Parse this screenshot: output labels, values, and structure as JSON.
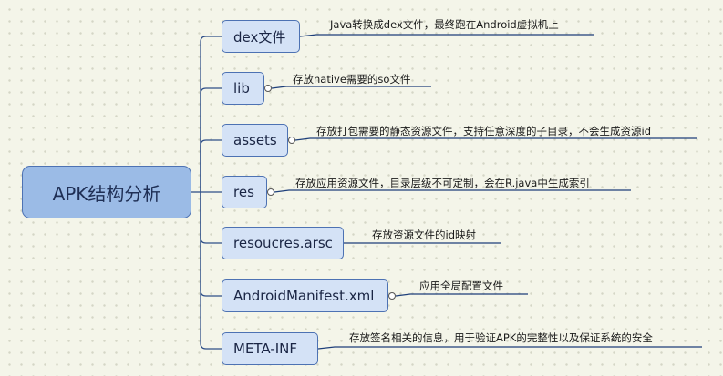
{
  "root": {
    "label": "APK结构分析"
  },
  "branches": [
    {
      "id": "dex",
      "label": "dex文件",
      "note": "Java转换成dex文件，最终跑在Android虚拟机上"
    },
    {
      "id": "lib",
      "label": "lib",
      "note": "存放native需要的so文件"
    },
    {
      "id": "assets",
      "label": "assets",
      "note": "存放打包需要的静态资源文件，支持任意深度的子目录，不会生成资源id"
    },
    {
      "id": "res",
      "label": "res",
      "note": "存放应用资源文件，目录层级不可定制，会在R.java中生成索引"
    },
    {
      "id": "resoucres",
      "label": "resoucres.arsc",
      "note": "存放资源文件的id映射"
    },
    {
      "id": "manifest",
      "label": "AndroidManifest.xml",
      "note": "应用全局配置文件"
    },
    {
      "id": "metainf",
      "label": "META-INF",
      "note": "存放签名相关的信息，用于验证APK的完整性以及保证系统的安全"
    }
  ],
  "colors": {
    "canvas_bg": "#f4f5e9",
    "root_fill": "#9bbbe6",
    "branch_fill": "#d4e2f6",
    "node_border": "#4d72b3",
    "connector": "#2f4f88",
    "note_line": "#1e3f7a"
  }
}
